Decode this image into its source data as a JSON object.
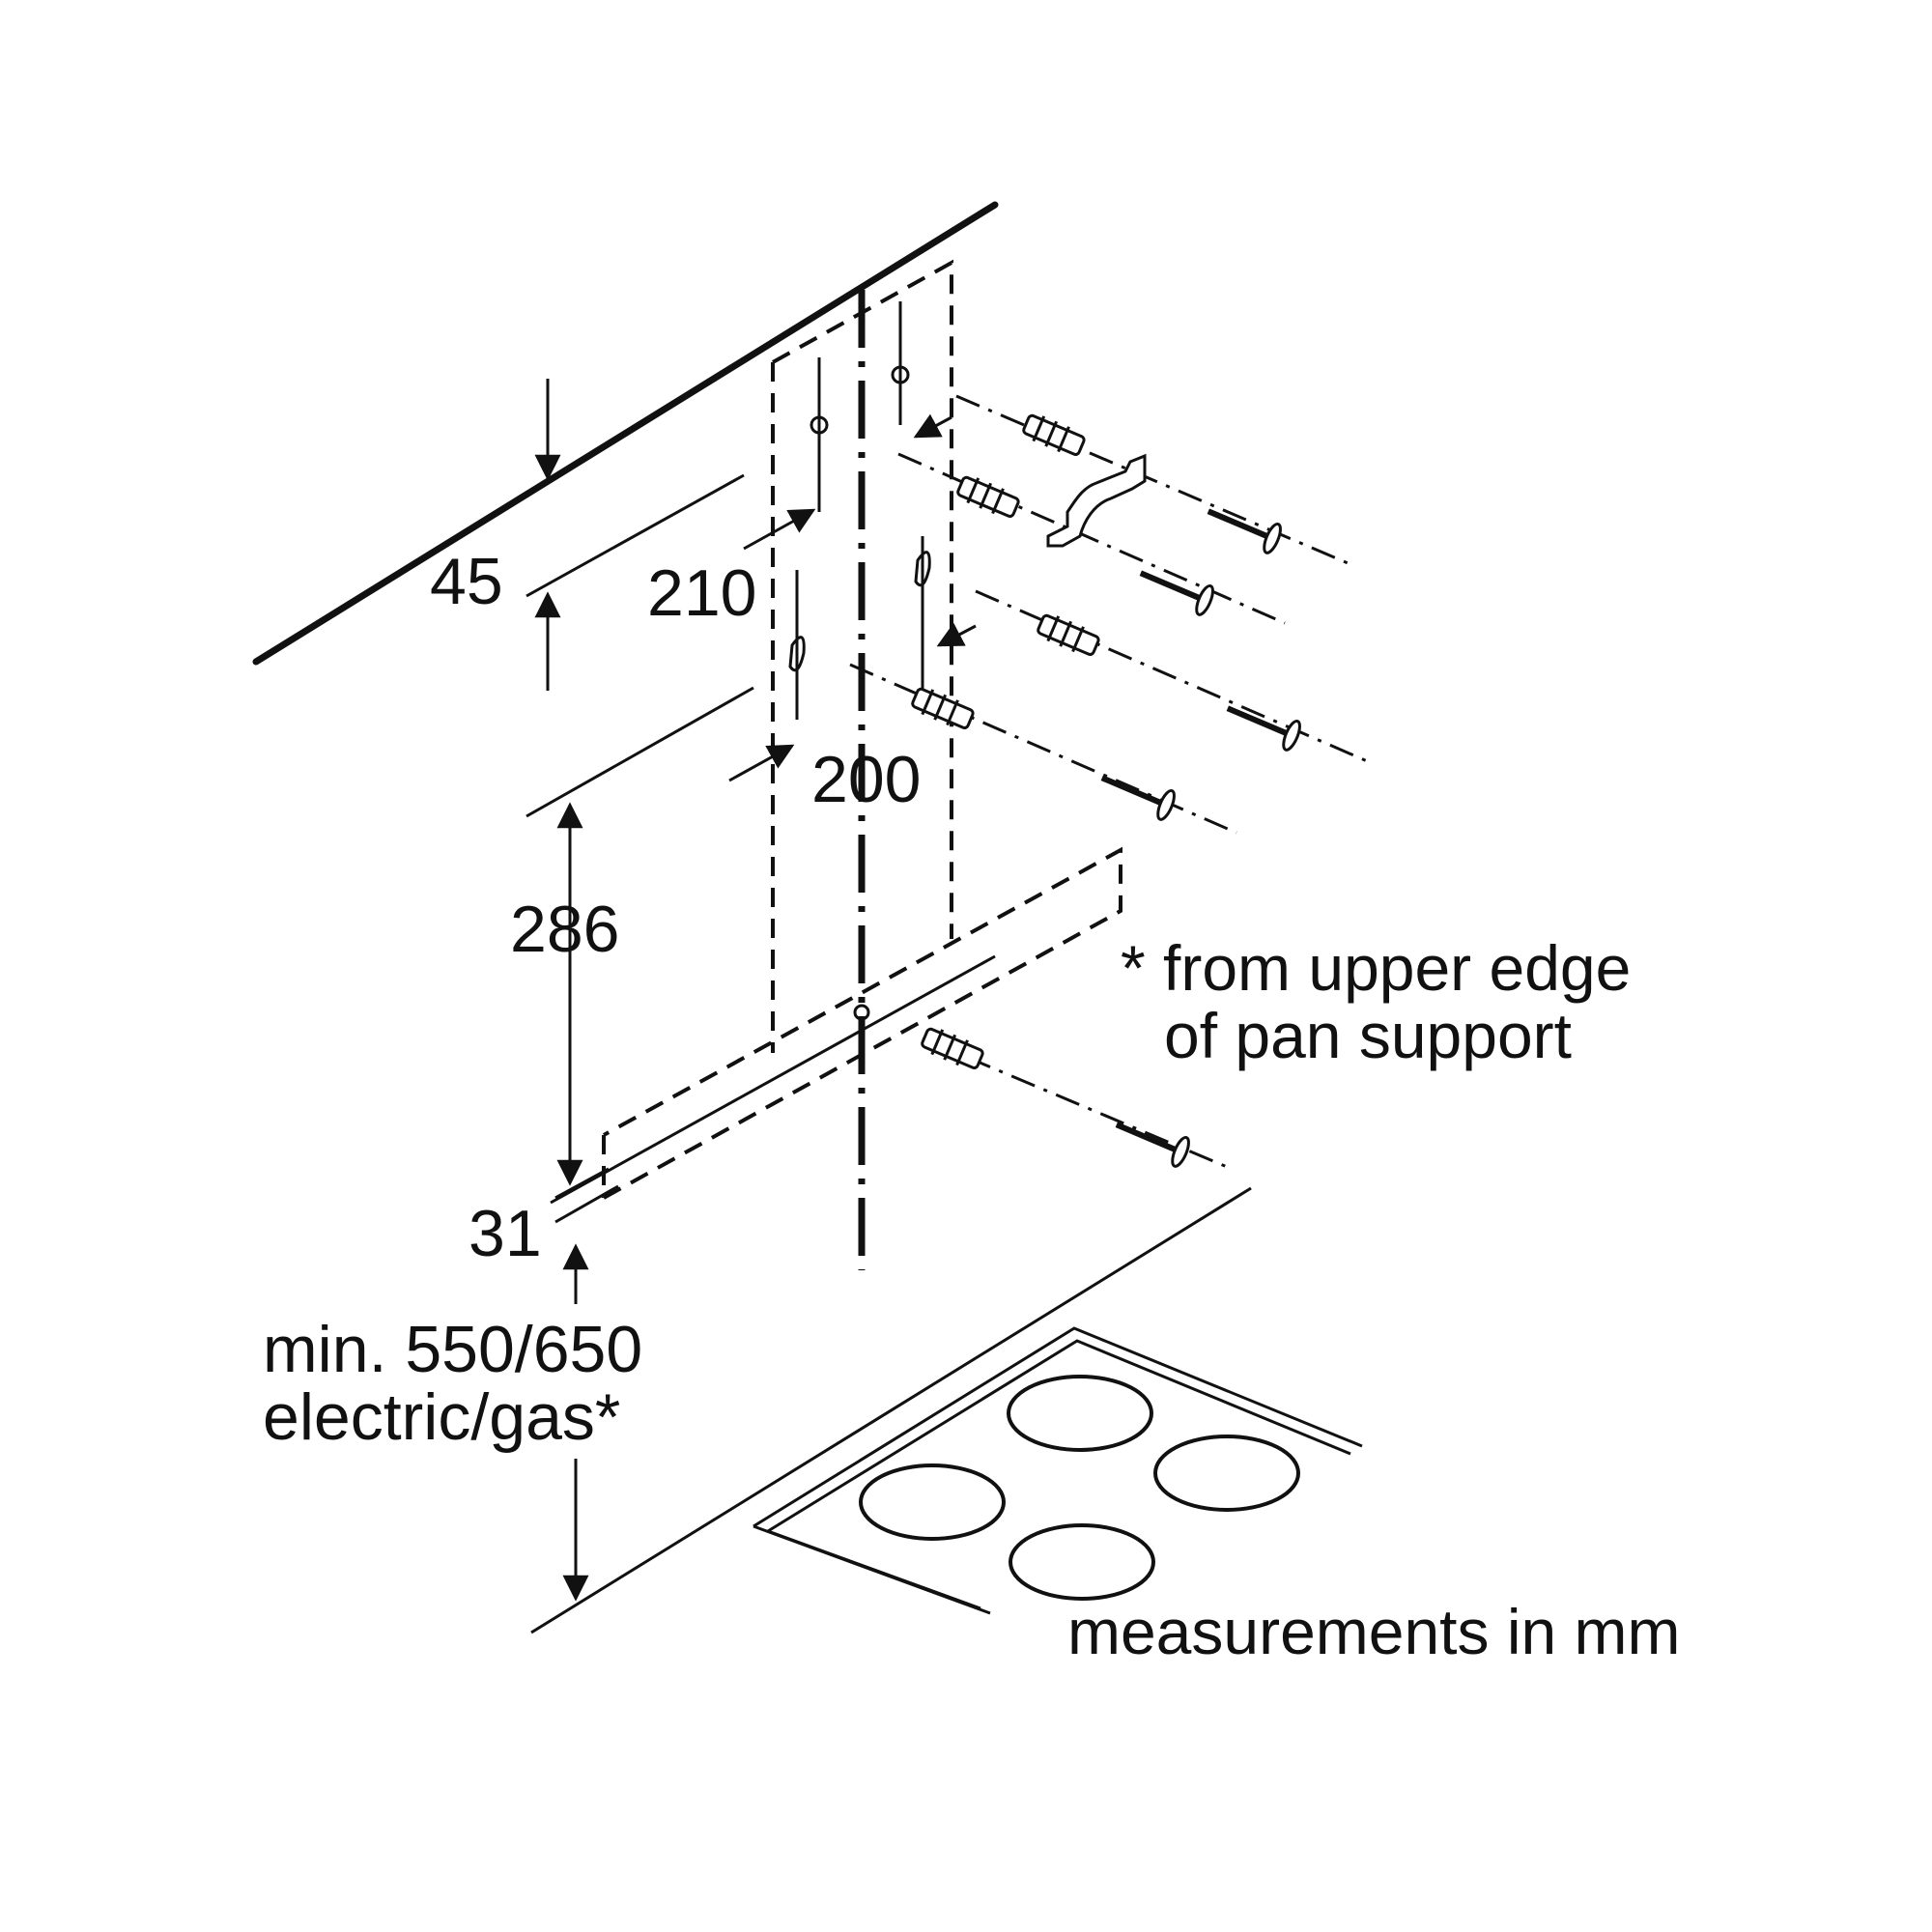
{
  "dimensions": {
    "top_offset": "45",
    "hole_spacing_upper": "210",
    "hole_spacing_lower": "200",
    "vertical_distance": "286",
    "lower_offset": "31",
    "min_height_line1": "min. 550/650",
    "min_height_line2": "electric/gas*"
  },
  "footnote": {
    "line1": "* from upper edge",
    "line2": "of pan support"
  },
  "units_note": "measurements in mm",
  "colors": {
    "line": "#111111",
    "background": "#ffffff"
  }
}
